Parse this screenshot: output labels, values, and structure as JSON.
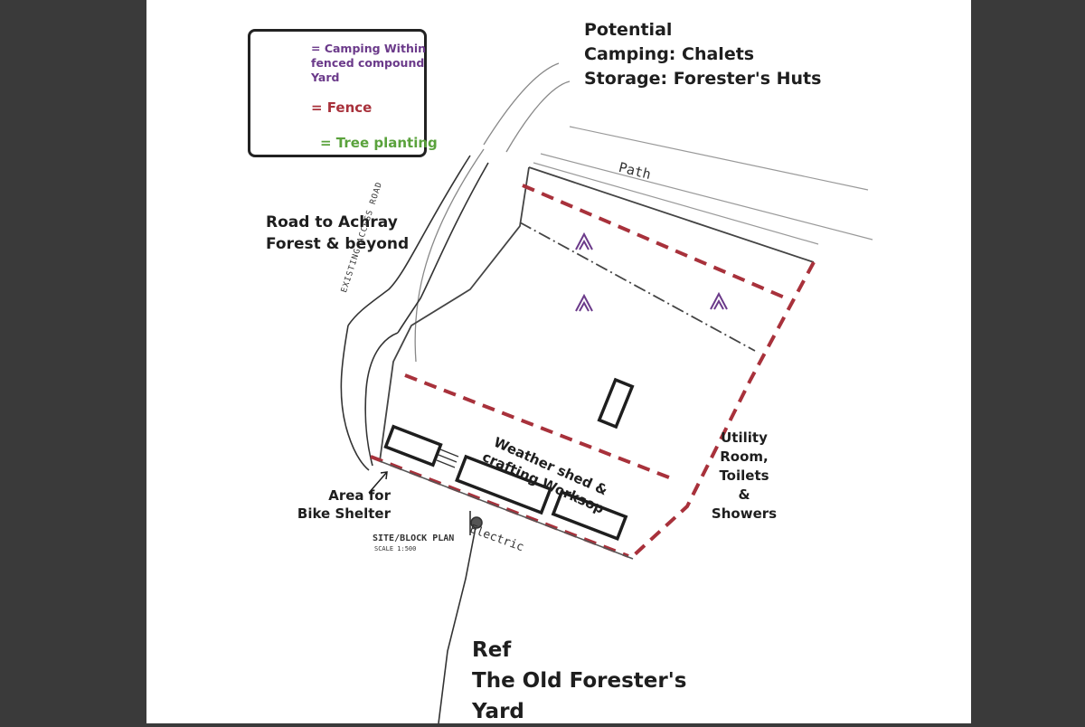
{
  "legend": {
    "camping_label": "= Camping Within fenced compound Yard",
    "fence_label": "= Fence",
    "tree_label": "= Tree planting",
    "camping_icon": "tent-icon",
    "tree_icon": "tree-icon",
    "camping_color": "#6b3a8a",
    "fence_color": "#a8313b",
    "tree_color": "#5aa23c"
  },
  "header": {
    "line1": "Potential",
    "line2": "Camping: Chalets",
    "line3": "Storage: Forester's Huts"
  },
  "labels": {
    "road_line1": "Road to Achray",
    "road_line2": "Forest & beyond",
    "path": "Path",
    "access_road": "EXISTING ACCESS ROAD",
    "shed_line1": "Weather shed &",
    "shed_line2": "crafting Worksop",
    "utility_line1": "Utility",
    "utility_line2": "Room,",
    "utility_line3": "Toilets",
    "utility_line4": "&",
    "utility_line5": "Showers",
    "bike_line1": "Area for",
    "bike_line2": "Bike Shelter",
    "electric": "Electric",
    "site_plan": "SITE/BLOCK PLAN",
    "scale": "SCALE 1:500"
  },
  "reference": {
    "line1": "Ref",
    "line2": "The Old Forester's",
    "line3": "Yard"
  },
  "colors": {
    "background": "#3a3a3a",
    "paper": "#ffffff",
    "ink": "#1e1e1e"
  }
}
